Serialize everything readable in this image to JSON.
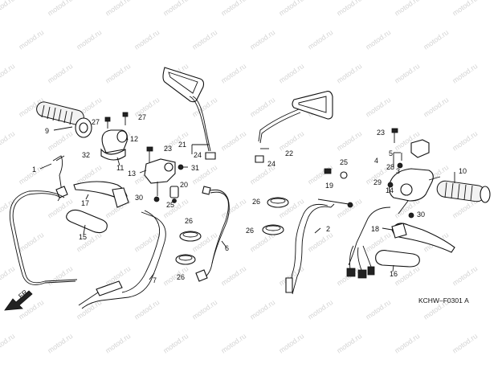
{
  "watermark": {
    "text": "motod.ru"
  },
  "diagram_code": "KCHW–F0301 А",
  "direction_label": "FR.",
  "callouts": [
    {
      "id": "c1",
      "text": "1"
    },
    {
      "id": "c2",
      "text": "2"
    },
    {
      "id": "c3",
      "text": "3"
    },
    {
      "id": "c4",
      "text": "4"
    },
    {
      "id": "c5",
      "text": "5"
    },
    {
      "id": "c6",
      "text": "6"
    },
    {
      "id": "c7",
      "text": "7"
    },
    {
      "id": "c9",
      "text": "9"
    },
    {
      "id": "c10",
      "text": "10"
    },
    {
      "id": "c11",
      "text": "11"
    },
    {
      "id": "c12",
      "text": "12"
    },
    {
      "id": "c13",
      "text": "13"
    },
    {
      "id": "c14",
      "text": "14"
    },
    {
      "id": "c15",
      "text": "15"
    },
    {
      "id": "c16",
      "text": "16"
    },
    {
      "id": "c17",
      "text": "17"
    },
    {
      "id": "c18",
      "text": "18"
    },
    {
      "id": "c19",
      "text": "19"
    },
    {
      "id": "c20",
      "text": "20"
    },
    {
      "id": "c21",
      "text": "21"
    },
    {
      "id": "c22",
      "text": "22"
    },
    {
      "id": "c23a",
      "text": "23"
    },
    {
      "id": "c23b",
      "text": "23"
    },
    {
      "id": "c24a",
      "text": "24"
    },
    {
      "id": "c24b",
      "text": "24"
    },
    {
      "id": "c25a",
      "text": "25"
    },
    {
      "id": "c25b",
      "text": "25"
    },
    {
      "id": "c26a",
      "text": "26"
    },
    {
      "id": "c26b",
      "text": "26"
    },
    {
      "id": "c26c",
      "text": "26"
    },
    {
      "id": "c26d",
      "text": "26"
    },
    {
      "id": "c27a",
      "text": "27"
    },
    {
      "id": "c27b",
      "text": "27"
    },
    {
      "id": "c28",
      "text": "28"
    },
    {
      "id": "c29",
      "text": "29"
    },
    {
      "id": "c30a",
      "text": "30"
    },
    {
      "id": "c30b",
      "text": "30"
    },
    {
      "id": "c31",
      "text": "31"
    },
    {
      "id": "c32",
      "text": "32"
    }
  ]
}
